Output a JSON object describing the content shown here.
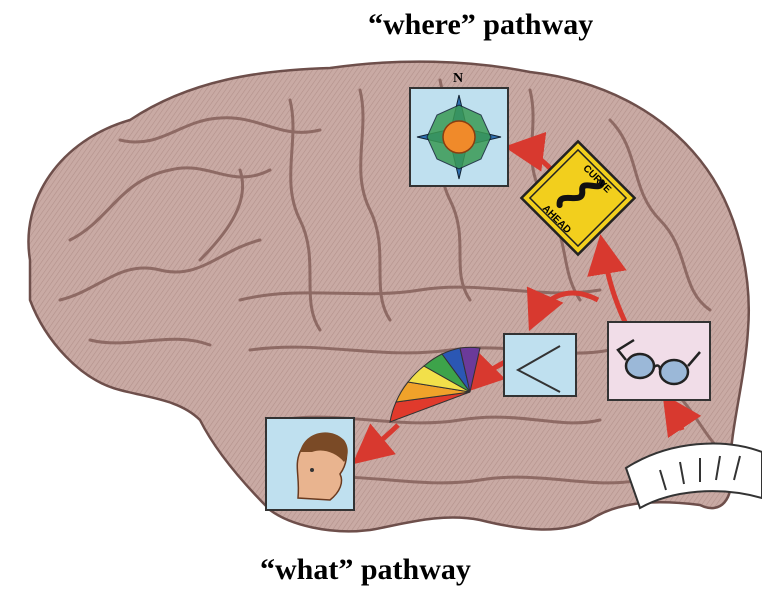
{
  "labels": {
    "where_pathway": "“where” pathway",
    "what_pathway": "“what” pathway"
  },
  "icons": {
    "compass_letter": "N",
    "sign_top": "CURVE",
    "sign_bottom": "AHEAD"
  },
  "colors": {
    "brain_fill": "#c9aaa4",
    "brain_shade": "#a88580",
    "brain_outline": "#6e4f4b",
    "arrow": "#d8392f",
    "panel_blue": "#bfe0ef",
    "panel_pink": "#f1dde8",
    "sign_yellow": "#f2cf1d",
    "compass_sun": "#f08a2a"
  }
}
